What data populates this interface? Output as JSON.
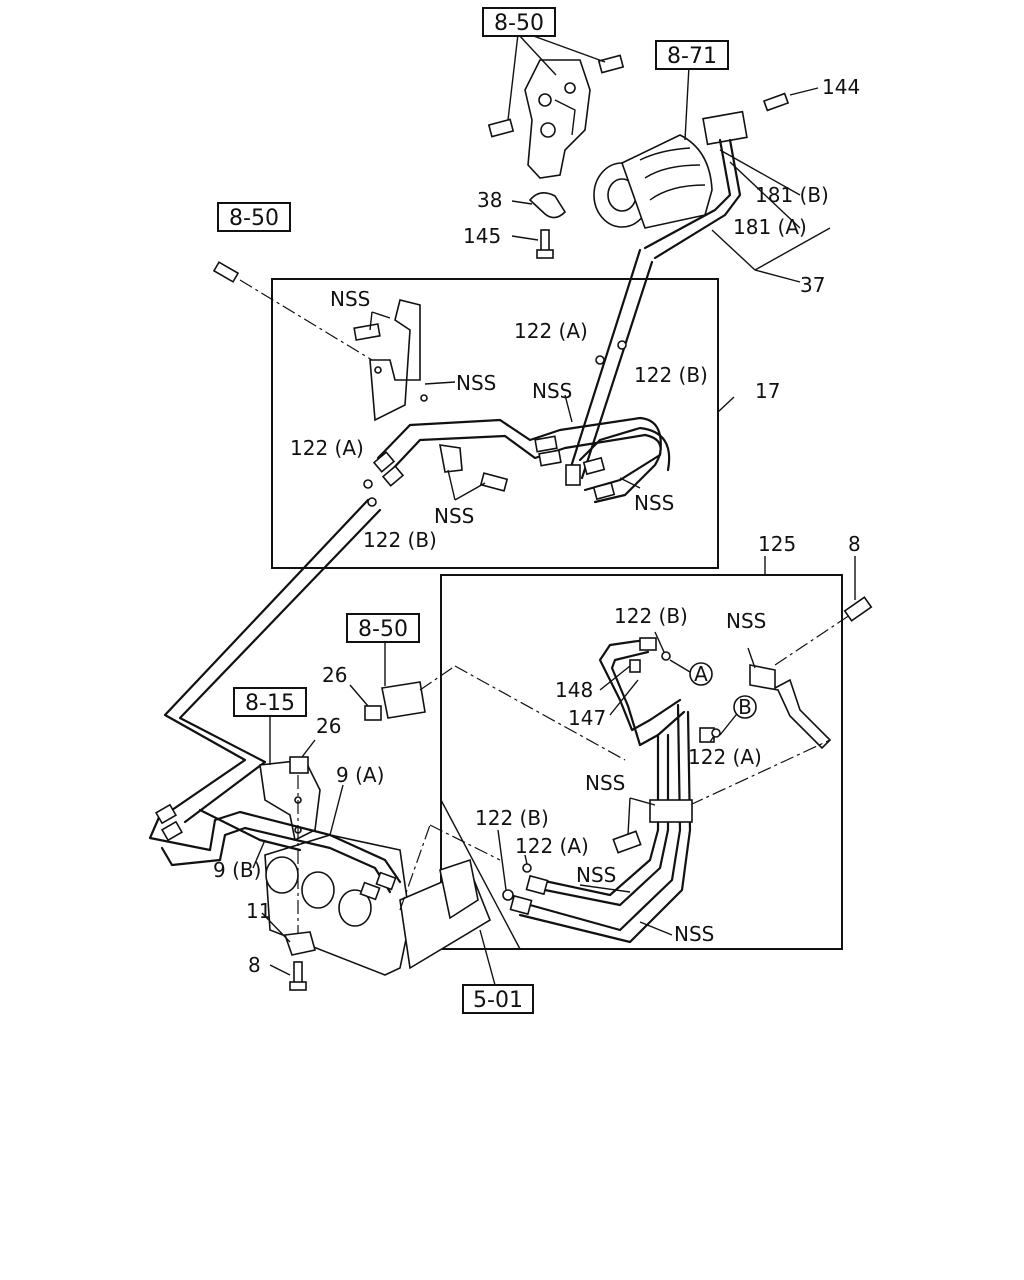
{
  "refs": {
    "r850_top": "8-50",
    "r871": "8-71",
    "r850_left": "8-50",
    "r850_mid": "8-50",
    "r815": "8-15",
    "r501": "5-01"
  },
  "labels": {
    "l144": "144",
    "l181b": "181 (B)",
    "l181a": "181 (A)",
    "l37": "37",
    "l38": "38",
    "l145": "145",
    "l17": "17",
    "nss_clip": "NSS",
    "nss_bracket": "NSS",
    "nss_hose_top": "NSS",
    "nss_hose_right": "NSS",
    "nss_bolt": "NSS",
    "l122a_1": "122 (A)",
    "l122b_1": "122 (B)",
    "l122a_2": "122 (A)",
    "l122b_2": "122 (B)",
    "l125": "125",
    "l8_top": "8",
    "nss_stay": "NSS",
    "l122b_3": "122 (B)",
    "l148": "148",
    "l147": "147",
    "l122a_3": "122 (A)",
    "nss_clamp": "NSS",
    "l122b_4": "122 (B)",
    "l122a_4": "122 (A)",
    "nss_pipe1": "NSS",
    "nss_pipe2": "NSS",
    "l26_a": "26",
    "l26_b": "26",
    "l9a": "9 (A)",
    "l9b": "9 (B)",
    "l11": "11",
    "l8_bottom": "8",
    "circle_a": "A",
    "circle_b": "B"
  }
}
